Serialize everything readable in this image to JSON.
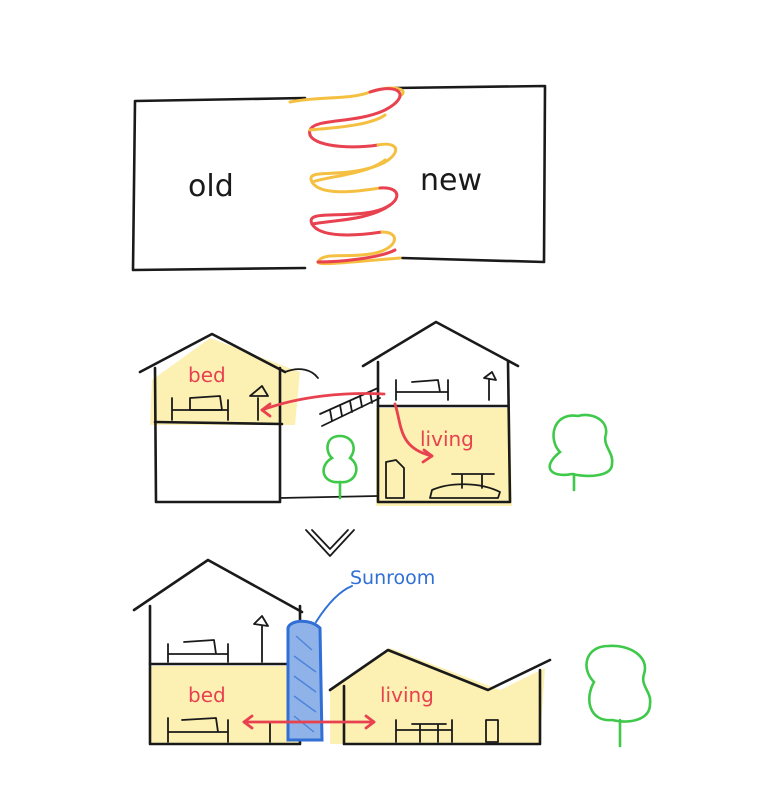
{
  "colors": {
    "ink": "#1a1a1a",
    "glow": "#fbeea6",
    "red": "#e8414f",
    "yellow": "#f5c042",
    "blue": "#2f6fd6",
    "green": "#3ec94a"
  },
  "top_diagram": {
    "left_label": "old",
    "right_label": "new"
  },
  "middle_diagram": {
    "bed_label": "bed",
    "living_label": "living"
  },
  "bottom_diagram": {
    "sunroom_label": "Sunroom",
    "bed_label": "bed",
    "living_label": "living"
  },
  "icons": [
    "tree-icon",
    "chevron-down-icon",
    "bed-icon",
    "lamp-icon",
    "table-icon",
    "stair-icon"
  ]
}
